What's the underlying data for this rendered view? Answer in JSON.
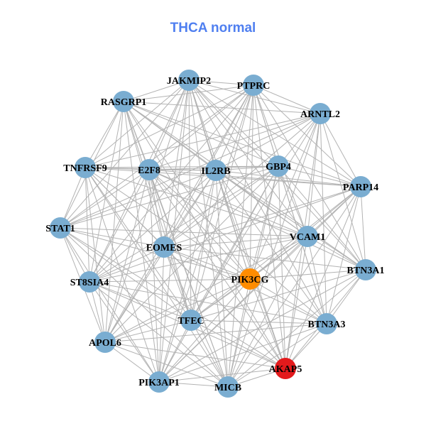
{
  "title": "THCA normal",
  "colors": {
    "title": "#4f7ff0",
    "node": "#7aadd1",
    "edge": "#b3b3b3",
    "highlight_orange": "#ff8c00",
    "highlight_red": "#e31a1c"
  },
  "nodes": [
    {
      "id": "JAKMIP2",
      "color": "node",
      "pos": "top"
    },
    {
      "id": "PTPRC",
      "color": "node"
    },
    {
      "id": "RASGRP1",
      "color": "node"
    },
    {
      "id": "ARNTL2",
      "color": "node"
    },
    {
      "id": "TNFRSF9",
      "color": "node"
    },
    {
      "id": "E2F8",
      "color": "node"
    },
    {
      "id": "IL2RB",
      "color": "node"
    },
    {
      "id": "GBP4",
      "color": "node"
    },
    {
      "id": "PARP14",
      "color": "node"
    },
    {
      "id": "STAT1",
      "color": "node"
    },
    {
      "id": "EOMES",
      "color": "node"
    },
    {
      "id": "VCAM1",
      "color": "node"
    },
    {
      "id": "BTN3A1",
      "color": "node"
    },
    {
      "id": "ST8SIA4",
      "color": "node"
    },
    {
      "id": "PIK3CG",
      "color": "highlight_orange"
    },
    {
      "id": "TFEC",
      "color": "node"
    },
    {
      "id": "BTN3A3",
      "color": "node"
    },
    {
      "id": "APOL6",
      "color": "node"
    },
    {
      "id": "AKAP5",
      "color": "highlight_red"
    },
    {
      "id": "PIK3AP1",
      "color": "node"
    },
    {
      "id": "MICB",
      "color": "node"
    }
  ],
  "missing_edges": [
    [
      9,
      12
    ],
    [
      4,
      12
    ],
    [
      13,
      12
    ],
    [
      17,
      3
    ],
    [
      9,
      8
    ],
    [
      17,
      8
    ],
    [
      19,
      3
    ],
    [
      2,
      16
    ],
    [
      4,
      16
    ],
    [
      12,
      17
    ],
    [
      9,
      16
    ],
    [
      13,
      3
    ]
  ]
}
